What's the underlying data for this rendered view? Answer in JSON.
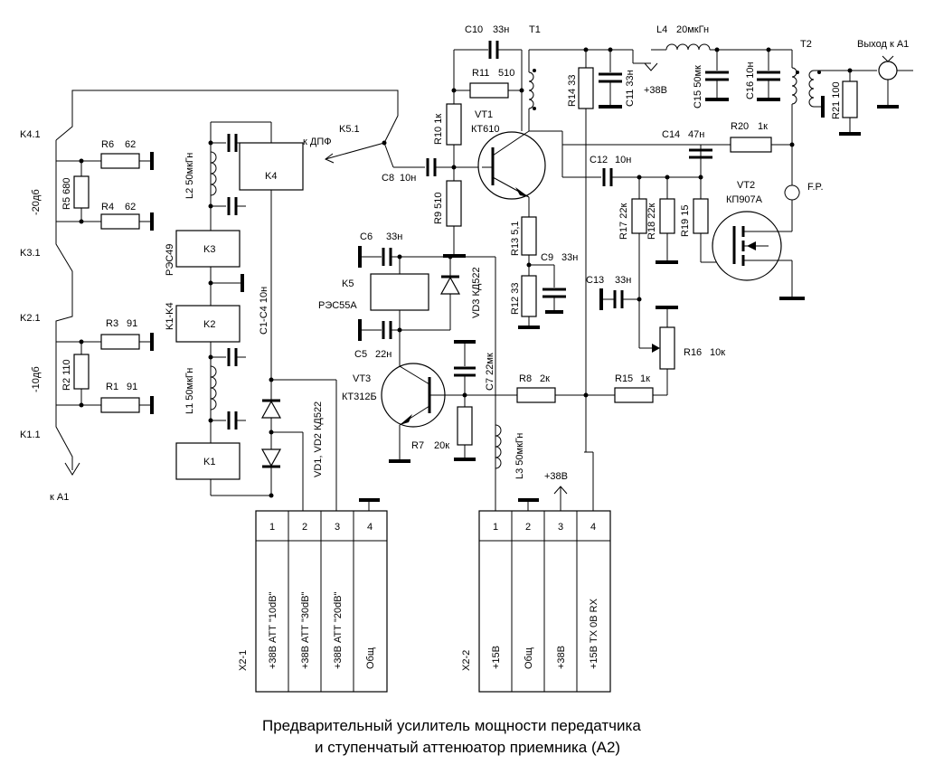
{
  "title_line1": "Предварительный усилитель мощности передатчика",
  "title_line2": "и ступенчатый аттенюатор приемника (А2)",
  "labels": {
    "k41": "K4.1",
    "k31": "K3.1",
    "k21": "K2.1",
    "k11": "K1.1",
    "ka1": "к А1",
    "att20": "-20дб",
    "att10": "-10дб",
    "r5": "R5 680",
    "r6": "R6",
    "r6v": "62",
    "r4": "R4",
    "r4v": "62",
    "r2": "R2 110",
    "r3": "R3",
    "r3v": "91",
    "r1": "R1",
    "r1v": "91",
    "l2": "L2  50мкГн",
    "l1": "L1  50мкГн",
    "k4": "K4",
    "k3": "K3",
    "k2": "K2",
    "k1": "K1",
    "rsc49": "РЭС49",
    "k1k4": "K1-K4",
    "c1c4": "C1-C4  10н",
    "vd12": "VD1, VD2  КД522",
    "kdpf": "к ДПФ",
    "k51": "K5.1",
    "c8": "C8",
    "c8v": "10н",
    "c10": "C10",
    "c10v": "33н",
    "t1": "T1",
    "r11": "R11",
    "r11v": "510",
    "r10": "R10  1к",
    "r9": "R9  510",
    "vt1": "VT1",
    "kt610": "КТ610",
    "r14": "R14  33",
    "c11": "C11 33н",
    "plus38": "+38В",
    "r13": "R13  5,1",
    "c9": "C9",
    "c9v": "33н",
    "r12": "R12  33",
    "c6": "C6",
    "c6v": "33н",
    "k5": "K5",
    "res55": "РЭС55А",
    "c5": "C5",
    "c5v": "22н",
    "vd3": "VD3  КД522",
    "vt3": "VT3",
    "kt312": "КТ312Б",
    "r7": "R7",
    "r7v": "20к",
    "c7": "C7  22мк",
    "r8": "R8",
    "r8v": "2к",
    "l3": "L3  50мкГн",
    "plus38b": "+38В",
    "l4": "L4",
    "l4v": "20мкГн",
    "c15": "C15  50мк",
    "c16": "C16 10н",
    "t2": "T2",
    "out": "Выход к А1",
    "r21": "R21  100",
    "c14": "C14",
    "c14v": "47н",
    "r20": "R20",
    "r20v": "1к",
    "c12": "C12",
    "c12v": "10н",
    "vt2": "VT2",
    "kp907": "КП907А",
    "fp": "F.P.",
    "r17": "R17  22к",
    "r18": "R18  22к",
    "r19": "R19  15",
    "c13": "C13",
    "c13v": "33н",
    "r16": "R16",
    "r16v": "10к",
    "r15": "R15",
    "r15v": "1к"
  },
  "connectors": {
    "x21": {
      "name": "X2-1",
      "pins": [
        "1",
        "2",
        "3",
        "4"
      ],
      "signals": [
        "+38В  АТТ \"10dB\"",
        "+38В  АТТ \"30dB\"",
        "+38В  АТТ \"20dB\"",
        "Общ"
      ]
    },
    "x22": {
      "name": "X2-2",
      "pins": [
        "1",
        "2",
        "3",
        "4"
      ],
      "signals": [
        "+15В",
        "Общ",
        "+38В",
        "+15В ТХ    0В RX"
      ]
    }
  }
}
